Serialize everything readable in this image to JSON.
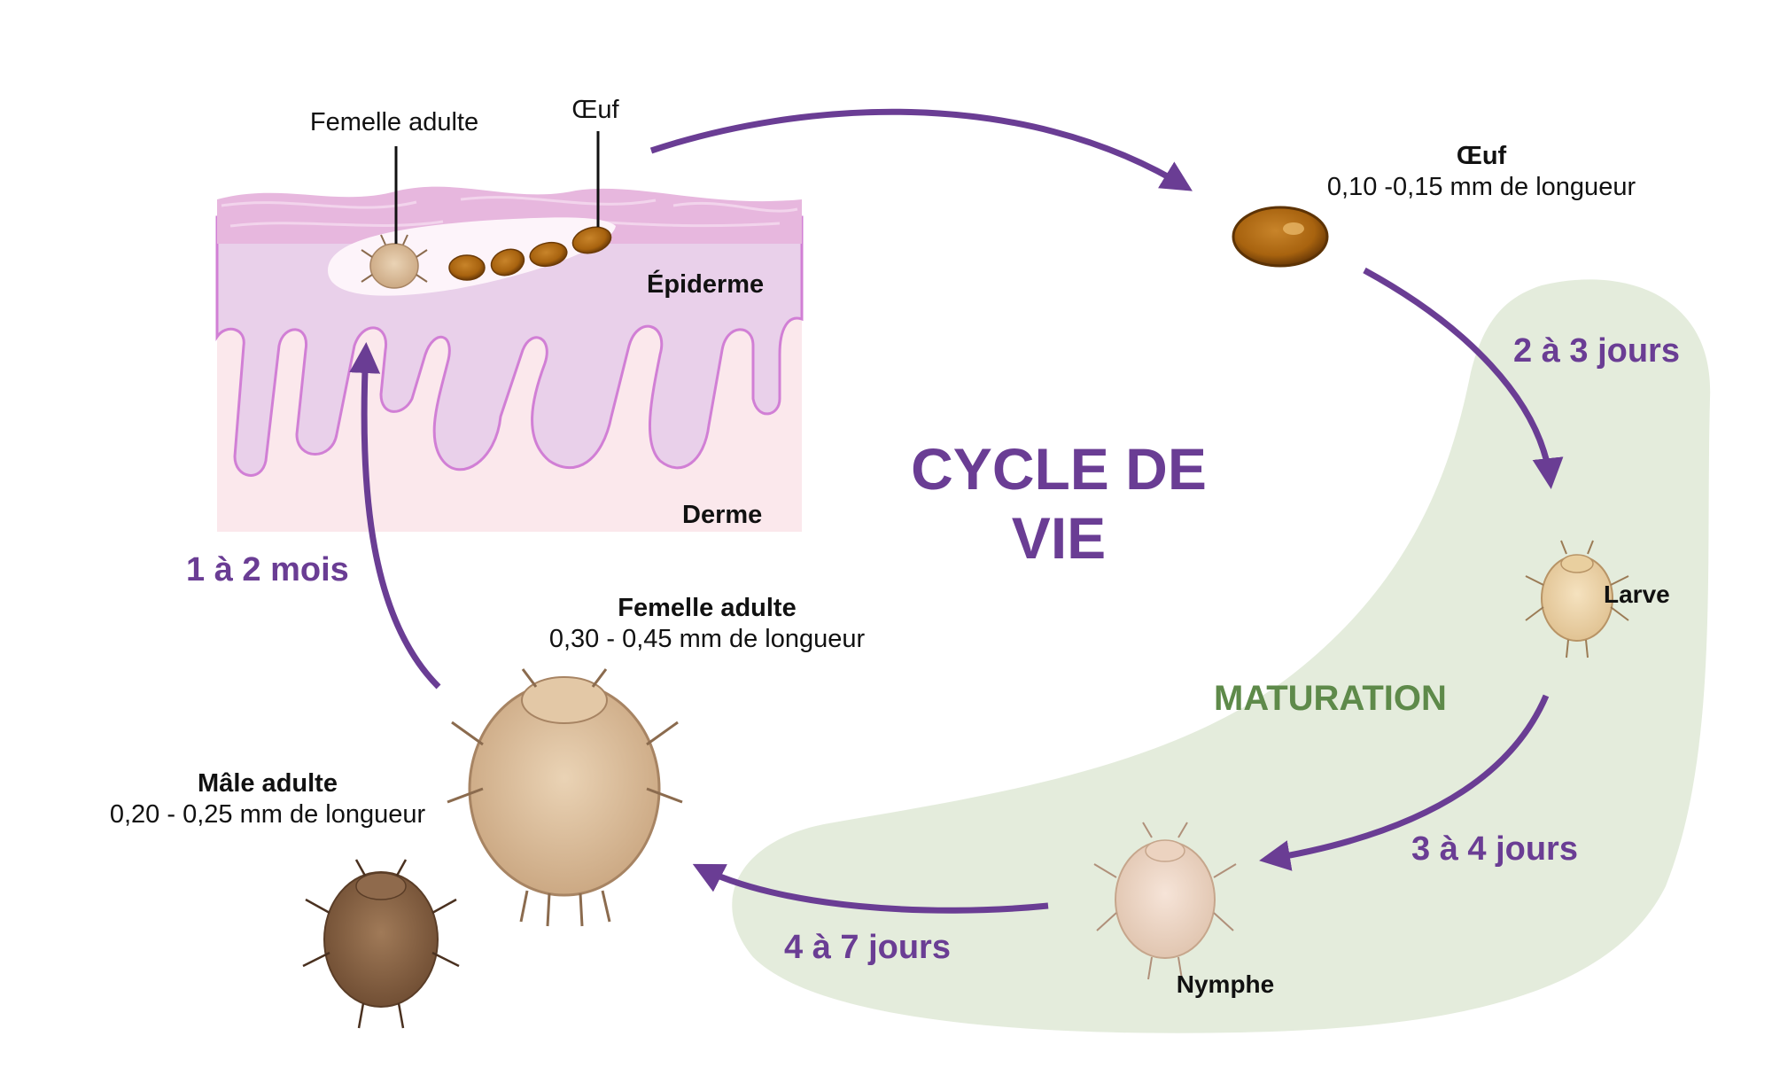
{
  "title": {
    "line1": "CYCLE DE",
    "line2": "VIE"
  },
  "phase_label": "MATURATION",
  "skin_section": {
    "label_female": "Femelle adulte",
    "label_egg": "Œuf",
    "label_epidermis": "Épiderme",
    "label_dermis": "Derme"
  },
  "stages": {
    "egg": {
      "name": "Œuf",
      "size": "0,10 -0,15 mm de longueur"
    },
    "larva": {
      "name": "Larve"
    },
    "nymph": {
      "name": "Nymphe"
    },
    "female": {
      "name": "Femelle adulte",
      "size": "0,30 - 0,45 mm de longueur"
    },
    "male": {
      "name": "Mâle adulte",
      "size": "0,20 - 0,25 mm de longueur"
    }
  },
  "durations": {
    "egg_to_larva": "2 à 3 jours",
    "larva_to_nymph": "3 à 4 jours",
    "nymph_to_adult": "4 à 7 jours",
    "adult_to_skin": "1 à 2 mois"
  },
  "colors": {
    "arrow": "#6a3d94",
    "maturation_zone": "#e4ecdc",
    "maturation_text": "#5e8a4a",
    "epidermis": "#e9d0ea",
    "dermis": "#fbe8ec",
    "egg": "#a8630f",
    "mite_body": "#d9bc99",
    "male_body": "#8a6445"
  }
}
